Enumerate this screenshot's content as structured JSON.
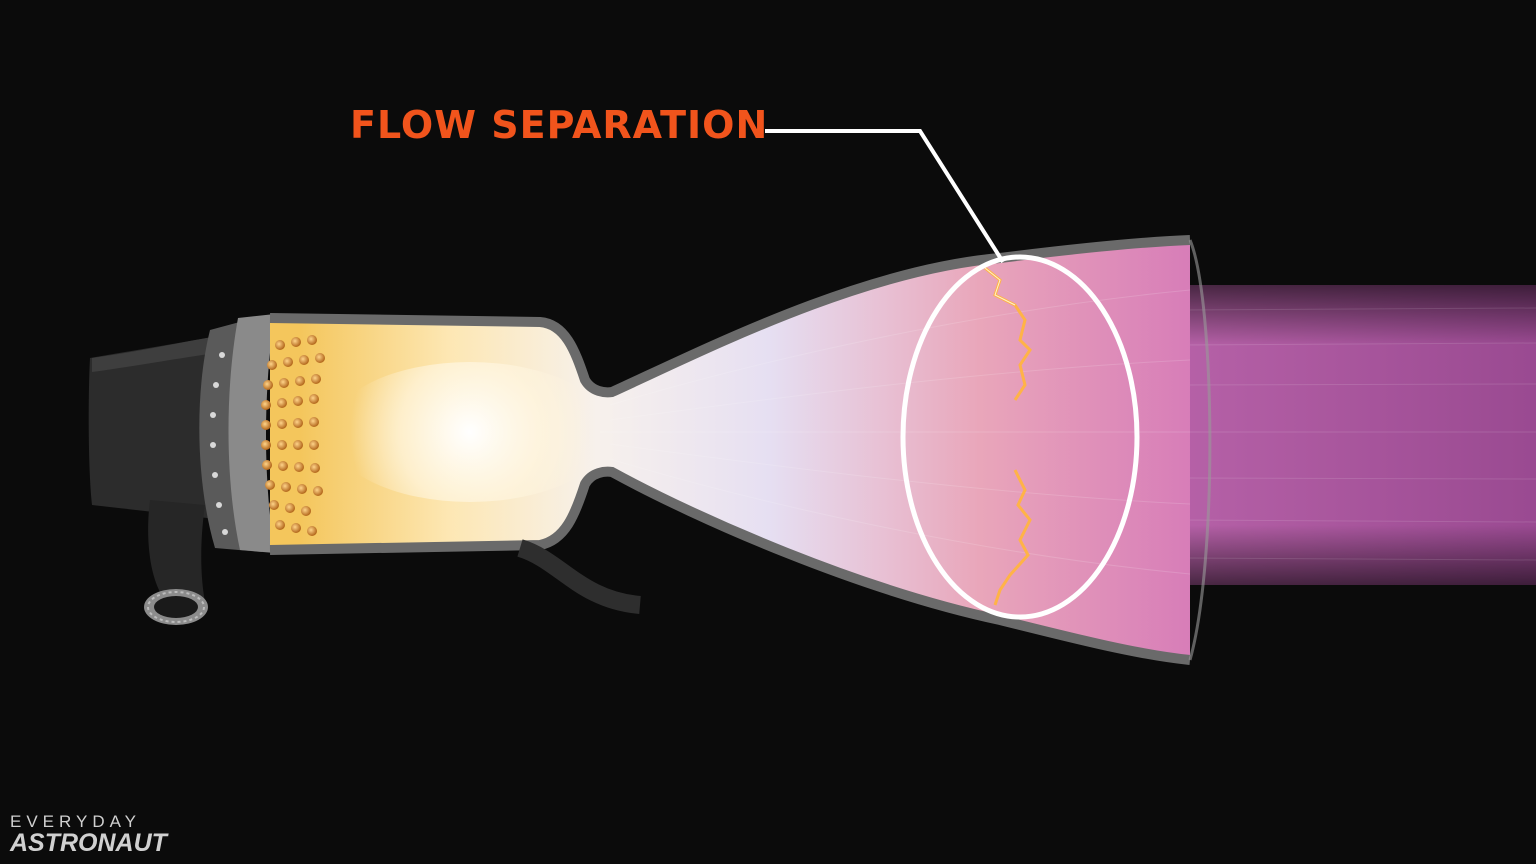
{
  "callout": {
    "label": "FLOW SEPARATION"
  },
  "brand": {
    "line1": "EVERYDAY",
    "line2": "ASTRONAUT"
  },
  "colors": {
    "background": "#0b0b0b",
    "callout_text": "#f1541c",
    "callout_line": "#ffffff",
    "nozzle_metal": "#5a5a5a",
    "combustion_core": "#fff6d8",
    "combustion_outer": "#f2c25a",
    "exhaust_mid": "#e9a3b2",
    "exhaust_plume": "#c25fae",
    "separation_front": "#ff9a2e",
    "brand_text": "#d0d0d0"
  },
  "icons": {
    "nozzle": "rocket-nozzle-cutaway",
    "callout_ring": "highlight-ellipse"
  }
}
